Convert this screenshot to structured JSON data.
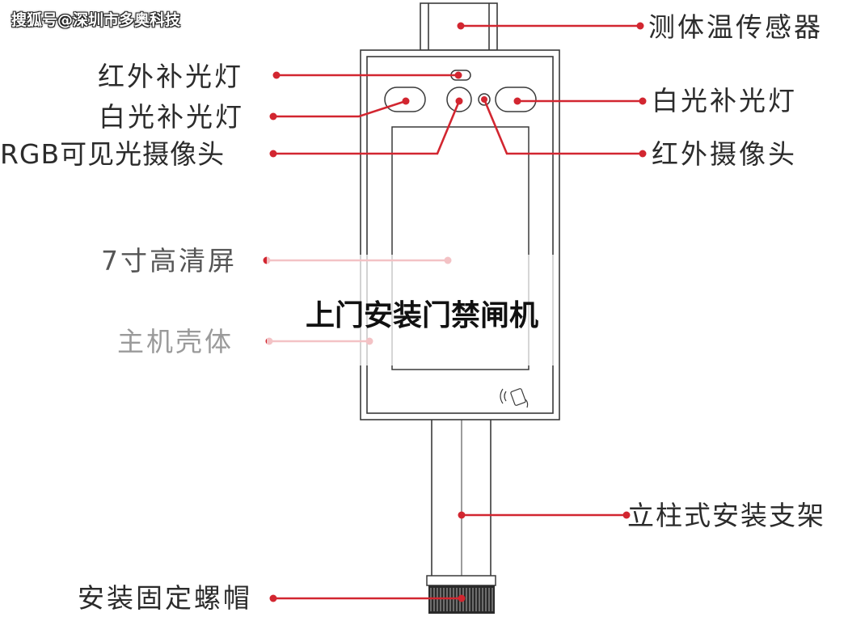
{
  "watermark": "搜狐号@深圳市多奥科技",
  "overlay_title": "上门安装门禁闸机",
  "accent_color": "#d22630",
  "labels": {
    "temp_sensor": "测体温传感器",
    "ir_fill_light": "红外补光灯",
    "white_fill_light_left": "白光补光灯",
    "rgb_camera": "RGB可见光摄像头",
    "white_fill_light_right": "白光补光灯",
    "ir_camera": "红外摄像头",
    "screen": "7寸高清屏",
    "housing": "主机壳体",
    "pole_bracket": "立柱式安装支架",
    "fixing_nut": "安装固定螺帽"
  },
  "icons": {
    "nfc": "nfc-card-icon"
  }
}
